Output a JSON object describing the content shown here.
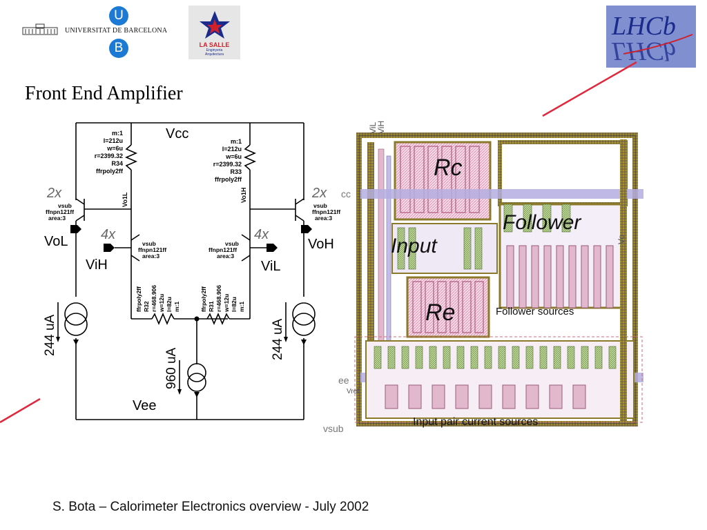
{
  "header": {
    "university_name": "UNIVERSITAT DE BARCELONA",
    "ub_letter_top": "U",
    "ub_letter_bottom": "B",
    "lasalle_name": "LA SALLE",
    "lasalle_sub1": "Enginyeria",
    "lasalle_sub2": "Arquitectura",
    "lhcb_logo": "LHCb"
  },
  "slide": {
    "title": "Front End Amplifier",
    "footer": "S. Bota – Calorimeter Electronics overview - July 2002"
  },
  "schematic": {
    "vcc": "Vcc",
    "vee": "Vee",
    "vol": "VoL",
    "voh": "VoH",
    "vih": "ViH",
    "vil": "ViL",
    "mult_2x_left": "2x",
    "mult_2x_right": "2x",
    "mult_4x_left": "4x",
    "mult_4x_right": "4x",
    "current_left": "244 uA",
    "current_right": "244 uA",
    "current_center": "960 uA",
    "node_vo1l": "Vo1L",
    "node_vo1h": "Vo1H",
    "r34": [
      "m:1",
      "l=212u",
      "w=6u",
      "r=2399.32",
      "R34",
      "ffrpoly2ff"
    ],
    "r33": [
      "m:1",
      "l=212u",
      "w=6u",
      "r=2399.32",
      "R33",
      "ffrpoly2ff"
    ],
    "q_out_left": [
      "vsub",
      "ffnpn121ff",
      "area:3"
    ],
    "q_out_right": [
      "vsub",
      "ffnpn121ff",
      "area:3"
    ],
    "q_in_left": [
      "vsub",
      "ffnpn121ff",
      "area:3"
    ],
    "q_in_right": [
      "vsub",
      "ffnpn121ff",
      "area:3"
    ],
    "r32": [
      "ffrpoly2ff",
      "R32",
      "r=468.906",
      "w=12u",
      "l=82u",
      "m:1"
    ],
    "r31": [
      "ffrpoly2ff",
      "R31",
      "r=468.906",
      "w=12u",
      "l=82u",
      "m:1"
    ]
  },
  "layout_view": {
    "rc": "Rc",
    "re": "Re",
    "input": "Input",
    "follower": "Follower",
    "follower_sources": "Follower sources",
    "input_pair_current_sources": "Input pair current sources",
    "vsub": "vsub",
    "vref": "Vref",
    "ee": "ee",
    "cc": "cc",
    "vil": "ViL",
    "vih": "ViH",
    "vo": "Vo"
  },
  "colors": {
    "accent_line": "#e0283c",
    "ub_blue": "#1c7ad4",
    "lhcb_blue": "#1b2b8c",
    "lhcb_bg": "#7f8fd0",
    "layout_olive": "#8a7a2a",
    "layout_pink": "#e8a0c0",
    "layout_violet": "#b4aee0"
  }
}
